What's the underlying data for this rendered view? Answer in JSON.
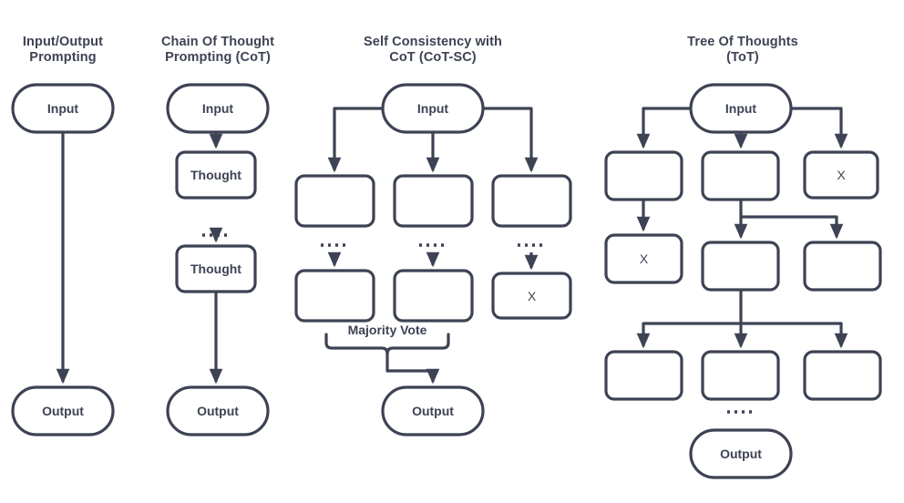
{
  "figure": {
    "background": "#ffffff",
    "stroke_color": "#3d4354",
    "text_color": "#3d4354",
    "fill_color": "#ffffff"
  },
  "panels": [
    {
      "id": "io-prompting",
      "title": "Input/Output\nPrompting",
      "nodes": [
        {
          "id": "io-input",
          "label": "Input",
          "shape": "pill"
        },
        {
          "id": "io-output",
          "label": "Output",
          "shape": "pill"
        }
      ]
    },
    {
      "id": "chain-of-thought",
      "title": "Chain Of Thought\nPrompting (CoT)",
      "nodes": [
        {
          "id": "cot-input",
          "label": "Input",
          "shape": "pill"
        },
        {
          "id": "cot-thought-1",
          "label": "Thought",
          "shape": "box"
        },
        {
          "id": "cot-thought-2",
          "label": "Thought",
          "shape": "box"
        },
        {
          "id": "cot-output",
          "label": "Output",
          "shape": "pill"
        }
      ],
      "ellipsis": [
        "......."
      ]
    },
    {
      "id": "self-consistency-cot",
      "title": "Self Consistency with\nCoT (CoT-SC)",
      "nodes": [
        {
          "id": "sc-input",
          "label": "Input",
          "shape": "pill"
        },
        {
          "id": "sc-r1-c1",
          "label": "",
          "shape": "box"
        },
        {
          "id": "sc-r1-c2",
          "label": "",
          "shape": "box"
        },
        {
          "id": "sc-r1-c3",
          "label": "",
          "shape": "box"
        },
        {
          "id": "sc-r2-c1",
          "label": "",
          "shape": "box"
        },
        {
          "id": "sc-r2-c2",
          "label": "",
          "shape": "box"
        },
        {
          "id": "sc-r2-c3",
          "label": "X",
          "shape": "box"
        },
        {
          "id": "sc-output",
          "label": "Output",
          "shape": "pill"
        }
      ],
      "vote_label": "Majority Vote",
      "ellipsis": [
        ".......",
        ".......",
        "......."
      ]
    },
    {
      "id": "tree-of-thoughts",
      "title": "Tree Of Thoughts\n(ToT)",
      "nodes": [
        {
          "id": "tot-input",
          "label": "Input",
          "shape": "pill"
        },
        {
          "id": "tot-r1-c1",
          "label": "",
          "shape": "box"
        },
        {
          "id": "tot-r1-c2",
          "label": "",
          "shape": "box"
        },
        {
          "id": "tot-r1-c3",
          "label": "X",
          "shape": "box"
        },
        {
          "id": "tot-r2-c1",
          "label": "X",
          "shape": "box"
        },
        {
          "id": "tot-r2-c2",
          "label": "",
          "shape": "box"
        },
        {
          "id": "tot-r2-c3",
          "label": "",
          "shape": "box"
        },
        {
          "id": "tot-r3-c1",
          "label": "",
          "shape": "box"
        },
        {
          "id": "tot-r3-c2",
          "label": "",
          "shape": "box"
        },
        {
          "id": "tot-r3-c3",
          "label": "",
          "shape": "box"
        },
        {
          "id": "tot-output",
          "label": "Output",
          "shape": "pill"
        }
      ],
      "ellipsis": [
        "......."
      ]
    }
  ]
}
